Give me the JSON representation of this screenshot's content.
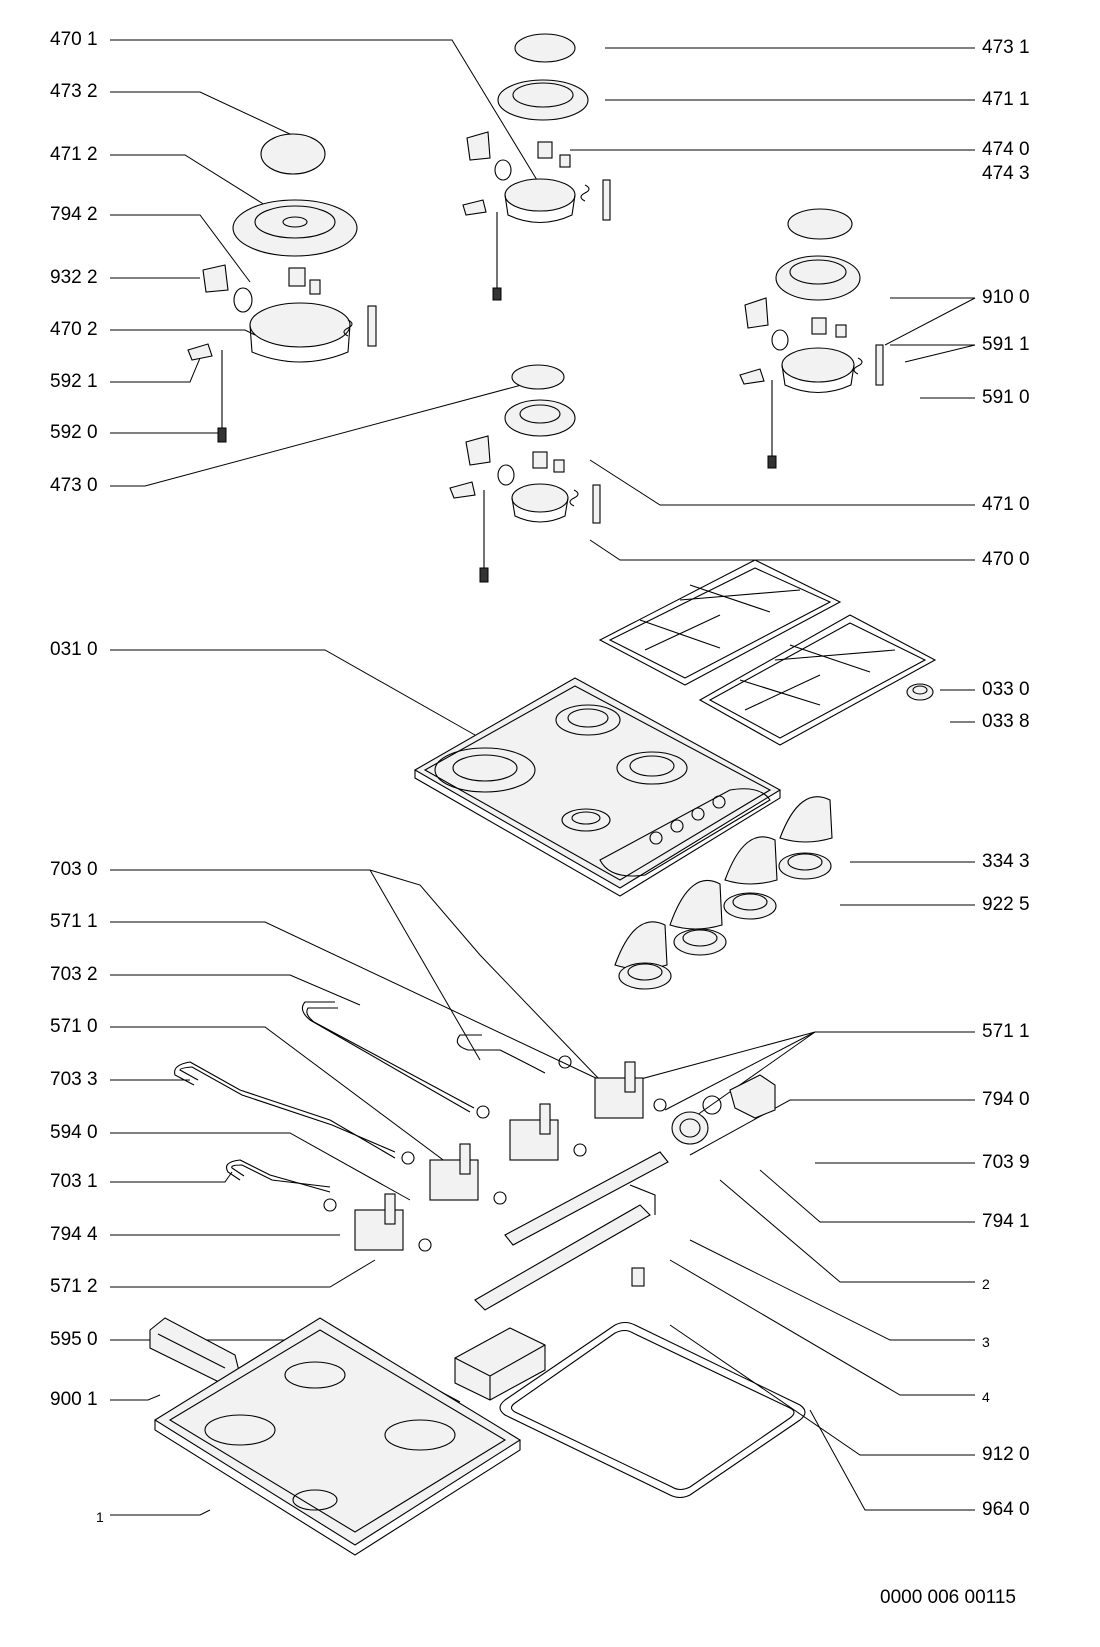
{
  "doc_code": "0000 006 00115",
  "labels": {
    "l_470_1": "470 1",
    "l_473_2": "473 2",
    "l_471_2": "471 2",
    "l_794_2": "794 2",
    "l_932_2": "932 2",
    "l_470_2": "470 2",
    "l_592_1": "592 1",
    "l_592_0": "592 0",
    "l_473_0": "473 0",
    "l_031_0": "031 0",
    "l_703_0": "703 0",
    "l_571_1a": "571 1",
    "l_703_2": "703 2",
    "l_571_0": "571 0",
    "l_703_3": "703 3",
    "l_594_0": "594 0",
    "l_703_1": "703 1",
    "l_794_4": "794 4",
    "l_571_2": "571 2",
    "l_595_0": "595 0",
    "l_900_1": "900 1",
    "l_1": "1",
    "r_473_1": "473 1",
    "r_471_1": "471 1",
    "r_474_0": "474 0",
    "r_474_3": "474 3",
    "r_910_0": "910 0",
    "r_591_1": "591 1",
    "r_591_0": "591 0",
    "r_471_0": "471 0",
    "r_470_0": "470 0",
    "r_033_0": "033 0",
    "r_033_8": "033 8",
    "r_334_3": "334 3",
    "r_922_5": "922 5",
    "r_571_1b": "571 1",
    "r_794_0": "794 0",
    "r_703_9": "703 9",
    "r_794_1": "794 1",
    "r_2": "2",
    "r_3": "3",
    "r_4": "4",
    "r_912_0": "912 0",
    "r_964_0": "964 0"
  }
}
